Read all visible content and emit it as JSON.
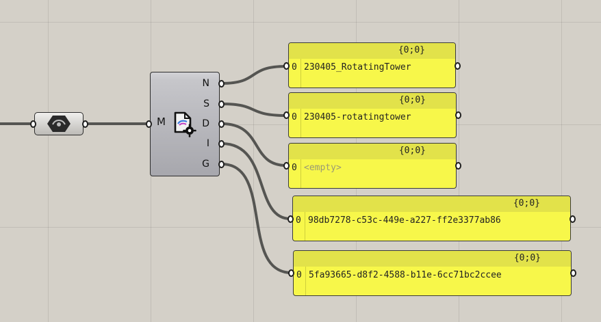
{
  "canvas": {
    "background_color": "#d4d0c8",
    "wire_color": "#555552",
    "panel_color": "#f7f74a"
  },
  "param": {
    "icon": "hexagon-param-icon"
  },
  "component": {
    "input_label": "M",
    "icon": "document-settings-icon",
    "outputs": [
      "N",
      "S",
      "D",
      "I",
      "G"
    ]
  },
  "panels": [
    {
      "path": "{0;0}",
      "index": "0",
      "value": "230405_RotatingTower"
    },
    {
      "path": "{0;0}",
      "index": "0",
      "value": "230405-rotatingtower"
    },
    {
      "path": "{0;0}",
      "index": "0",
      "value": "<empty>"
    },
    {
      "path": "{0;0}",
      "index": "0",
      "value": "98db7278-c53c-449e-a227-ff2e3377ab86"
    },
    {
      "path": "{0;0}",
      "index": "0",
      "value": "5fa93665-d8f2-4588-b11e-6cc71bc2ccee"
    }
  ]
}
